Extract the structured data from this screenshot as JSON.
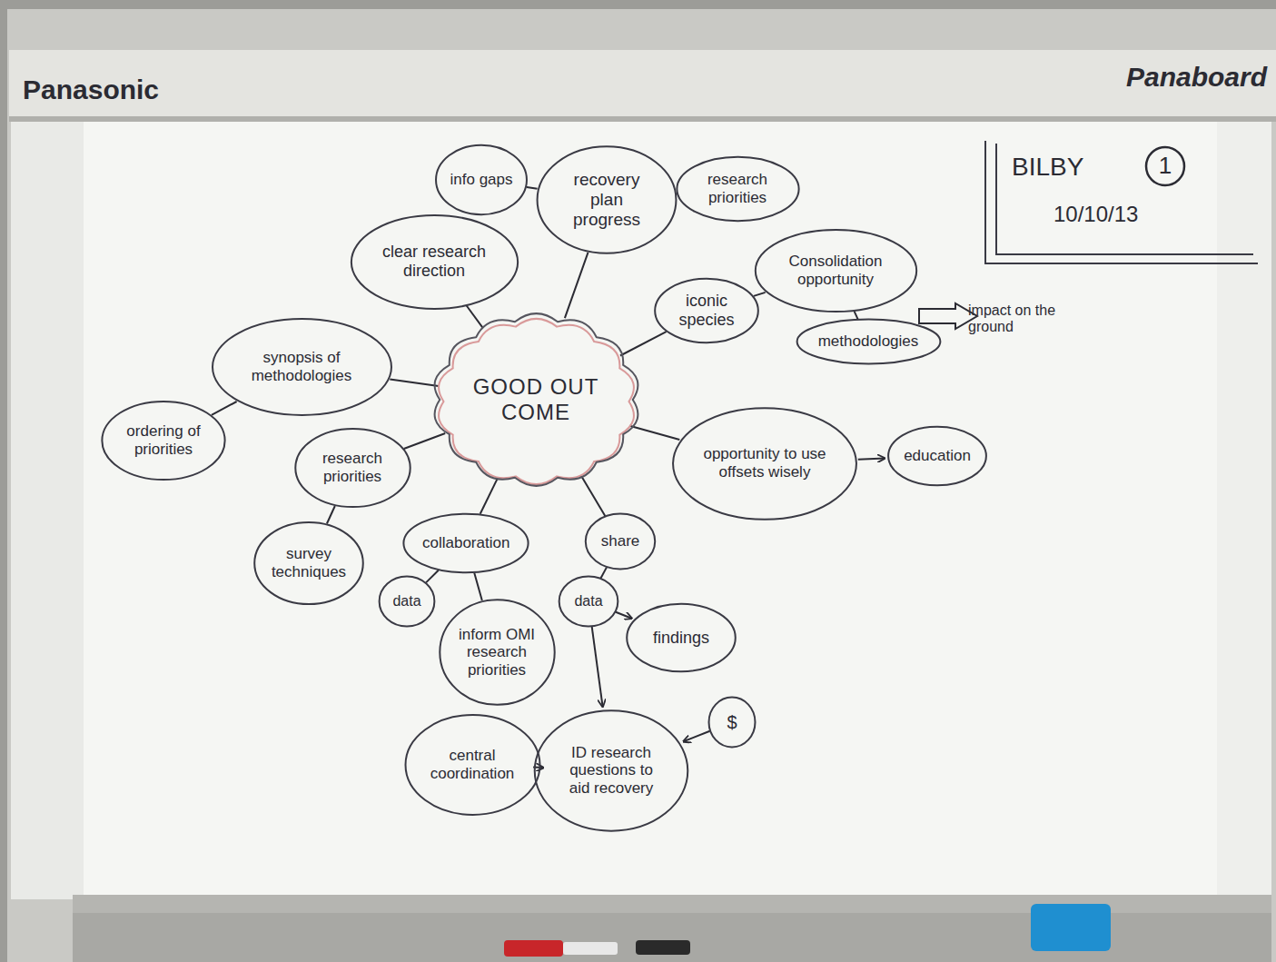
{
  "diagram": {
    "title": "BILBY",
    "nodes": [
      {
        "text": [
          "info gaps"
        ]
      },
      {
        "text": [
          "recovery plan progress"
        ]
      },
      {
        "text": [
          "research priorities"
        ]
      },
      {
        "text": [
          "clear research direction"
        ]
      },
      {
        "text": [
          "Consolidation opportunity"
        ]
      },
      {
        "text": [
          "iconic species"
        ]
      },
      {
        "text": [
          "methodologies"
        ]
      },
      {
        "text": [
          "synopsis of methodologies"
        ]
      },
      {
        "text": [
          "GOOD OUT COME"
        ]
      },
      {
        "text": [
          "ordering of priorities"
        ]
      },
      {
        "text": [
          "research priorities"
        ]
      },
      {
        "text": [
          "opportunity to use offsets wisely"
        ]
      },
      {
        "text": [
          "education"
        ]
      },
      {
        "text": [
          "survey techniques"
        ]
      },
      {
        "text": [
          "collaboration"
        ]
      },
      {
        "text": [
          "share"
        ]
      },
      {
        "text": [
          "data"
        ]
      },
      {
        "text": [
          "inform OMI research priorities"
        ]
      },
      {
        "text": [
          "data"
        ]
      },
      {
        "text": [
          "findings"
        ]
      },
      {
        "text": [
          "ID research questions to aid recovery"
        ]
      },
      {
        "text": [
          "$"
        ]
      },
      {
        "text": [
          "central coordination"
        ]
      }
    ],
    "edges": [
      {
        "from": 1,
        "to": 0,
        "arrow": "none"
      },
      {
        "from": 1,
        "to": 2,
        "arrow": "none"
      },
      {
        "from": 8,
        "to": 1,
        "arrow": "none"
      },
      {
        "from": 8,
        "to": 3,
        "arrow": "none"
      },
      {
        "from": 8,
        "to": 5,
        "arrow": "none"
      },
      {
        "from": 5,
        "to": 4,
        "arrow": "none"
      },
      {
        "from": 4,
        "to": 6,
        "arrow": "none"
      },
      {
        "from": 8,
        "to": 7,
        "arrow": "none"
      },
      {
        "from": 7,
        "to": 9,
        "arrow": "none"
      },
      {
        "from": 8,
        "to": 10,
        "arrow": "none"
      },
      {
        "from": 10,
        "to": 13,
        "arrow": "none"
      },
      {
        "from": 8,
        "to": 11,
        "arrow": "none"
      },
      {
        "from": 11,
        "to": 12,
        "arrow": "to"
      },
      {
        "from": 8,
        "to": 14,
        "arrow": "none"
      },
      {
        "from": 14,
        "to": 16,
        "arrow": "none"
      },
      {
        "from": 14,
        "to": 17,
        "arrow": "none"
      },
      {
        "from": 8,
        "to": 15,
        "arrow": "none"
      },
      {
        "from": 15,
        "to": 18,
        "arrow": "none"
      },
      {
        "from": 18,
        "to": 19,
        "arrow": "to"
      },
      {
        "from": 18,
        "to": 20,
        "arrow": "to"
      },
      {
        "from": 21,
        "to": 20,
        "arrow": "to"
      },
      {
        "from": 20,
        "to": 22,
        "arrow": "to"
      }
    ],
    "labels": [
      "Panasonic",
      "Panaboard",
      "1",
      "10/10/13",
      "impact on the ground"
    ]
  }
}
